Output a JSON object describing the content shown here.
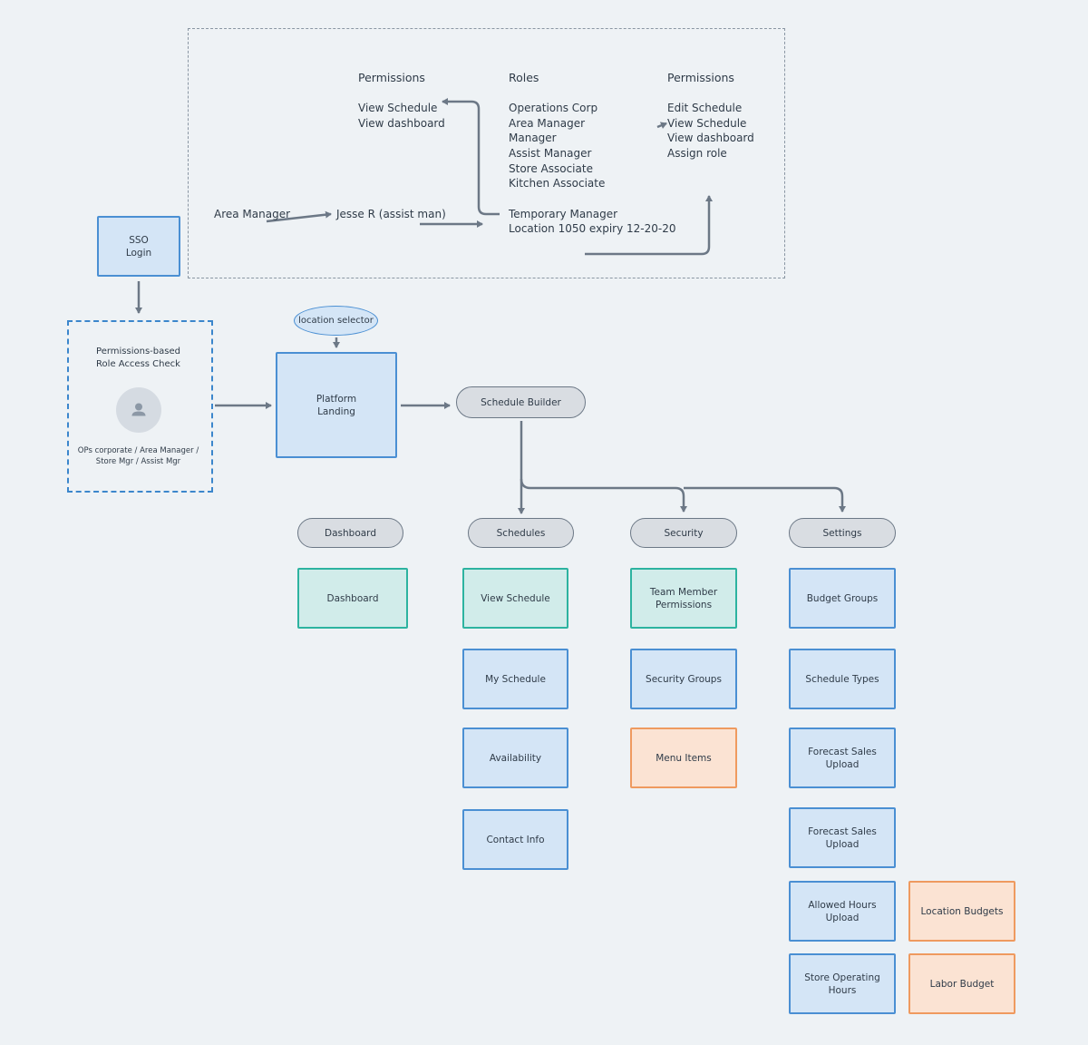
{
  "permissions_panel": {
    "left_heading": "Permissions",
    "left_items": [
      "View Schedule",
      "View dashboard"
    ],
    "roles_heading": "Roles",
    "roles_items": [
      "Operations Corp",
      "Area Manager",
      "Manager",
      "Assist Manager",
      "Store Associate",
      "Kitchen Associate"
    ],
    "right_heading": "Permissions",
    "right_items": [
      "Edit Schedule",
      "View Schedule",
      "View dashboard",
      "Assign role"
    ],
    "area_manager": "Area Manager",
    "jesse": "Jesse R (assist man)",
    "temp_manager": [
      "Temporary Manager",
      "Location 1050 expiry 12-20-20"
    ]
  },
  "sso": "SSO\nLogin",
  "role_check": {
    "title": "Permissions-based\nRole Access Check",
    "caption": "OPs corporate / Area Manager /\nStore Mgr / Assist Mgr",
    "icon": "user-icon"
  },
  "location_selector": "location selector",
  "platform_landing": "Platform\nLanding",
  "schedule_builder": "Schedule Builder",
  "sections": {
    "dashboard": {
      "label": "Dashboard",
      "items": [
        "Dashboard"
      ]
    },
    "schedules": {
      "label": "Schedules",
      "items": [
        "View Schedule",
        "My Schedule",
        "Availability",
        "Contact Info"
      ]
    },
    "security": {
      "label": "Security",
      "items": [
        "Team Member\nPermissions",
        "Security Groups",
        "Menu Items"
      ]
    },
    "settings": {
      "label": "Settings",
      "items": [
        "Budget Groups",
        "Schedule Types",
        "Forecast Sales\nUpload",
        "Forecast Sales\nUpload",
        "Allowed Hours\nUpload",
        "Store Operating\nHours"
      ]
    },
    "budgets": {
      "items": [
        "Location Budgets",
        "Labor Budget"
      ]
    }
  },
  "colors": {
    "blue_fill": "#d4e5f6",
    "blue_stroke": "#4a8fd3",
    "teal_fill": "#d1ecea",
    "teal_stroke": "#2db3a0",
    "orange_fill": "#fbe3d3",
    "orange_stroke": "#ef9a5f",
    "pill_fill": "#d9dde2",
    "connector": "#6c7886"
  }
}
